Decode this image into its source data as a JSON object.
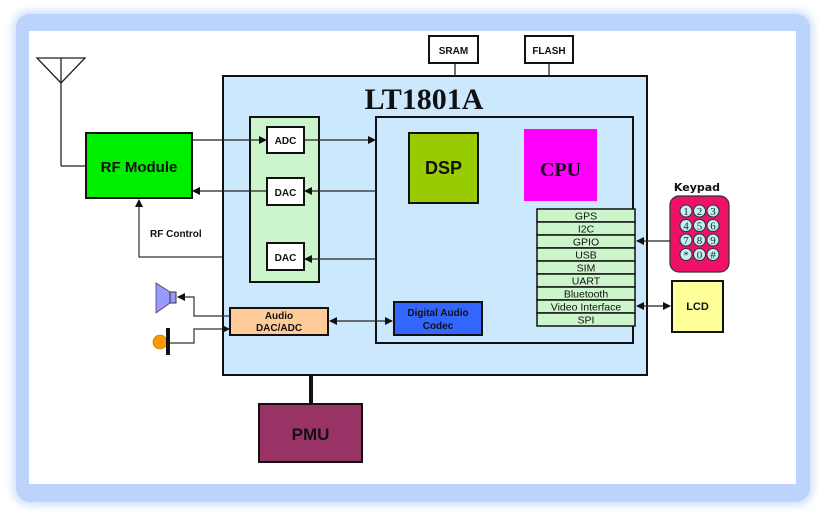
{
  "title": "LT1801A",
  "external": {
    "sram": "SRAM",
    "flash": "FLASH",
    "rf_module": "RF Module",
    "rf_control": "RF Control",
    "pmu": "PMU",
    "keypad_label": "Keypad",
    "keypad_keys": [
      "1",
      "2",
      "3",
      "4",
      "5",
      "6",
      "7",
      "8",
      "9",
      "*",
      "0",
      "#"
    ],
    "lcd": "LCD"
  },
  "converters": {
    "adc": "ADC",
    "dac_rf": "DAC",
    "dac_control": "DAC"
  },
  "core": {
    "dsp": "DSP",
    "cpu": "CPU",
    "digital_audio_codec": [
      "Digital Audio",
      "Codec"
    ],
    "interfaces": [
      "GPS",
      "I2C",
      "GPIO",
      "USB",
      "SIM",
      "UART",
      "Bluetooth",
      "Video Interface",
      "SPI"
    ]
  },
  "audio": {
    "dac_adc": [
      "Audio",
      "DAC/ADC"
    ]
  },
  "colors": {
    "chip_bg": "#cce8fc",
    "converter_bg": "#ccf5cc",
    "rf_module": "#00ee00",
    "dsp": "#99cc00",
    "cpu": "#ff00ff",
    "codec": "#3366ff",
    "audio": "#ffcc99",
    "pmu": "#993366",
    "keypad": "#ee1166",
    "keypad_key": "#c4f0f0",
    "lcd": "#ffff99",
    "interface_row": "#ccf5cc",
    "speaker": "#9999ff",
    "mic": "#ff9900",
    "frame": "#adc8fa"
  }
}
